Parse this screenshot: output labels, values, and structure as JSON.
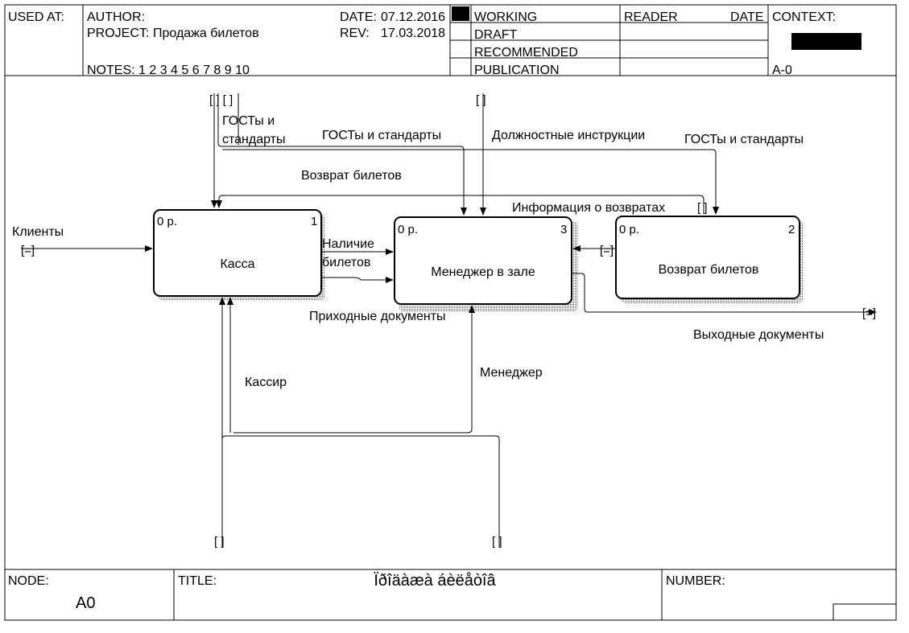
{
  "header": {
    "used_at_label": "USED AT:",
    "author_label": "AUTHOR:",
    "project_label": "PROJECT:",
    "project_value": "Продажа билетов",
    "notes_label": "NOTES:",
    "notes_numbers": "1  2  3  4  5  6  7  8  9  10",
    "date_label": "DATE:",
    "date_value": "07.12.2016",
    "rev_label": "REV:",
    "rev_value": "17.03.2018",
    "status": [
      "WORKING",
      "DRAFT",
      "RECOMMENDED",
      "PUBLICATION"
    ],
    "reader_label": "READER",
    "reader_date_label": "DATE",
    "context_label": "CONTEXT:",
    "context_node": "A-0"
  },
  "diagram": {
    "boxes": [
      {
        "name": "Касса",
        "cost": "0 р.",
        "number": "1"
      },
      {
        "name": "Менеджер в зале",
        "cost": "0 р.",
        "number": "3"
      },
      {
        "name": "Возврат билетов",
        "cost": "0 р.",
        "number": "2"
      }
    ],
    "labels": {
      "gost_1_line1": "ГОСТы и",
      "gost_1_line2": "стандарты",
      "gost_2": "ГОСТы и стандарты",
      "job_instructions": "Должностные инструкции",
      "gost_3": "ГОСТы и стандарты",
      "ticket_return": "Возврат билетов",
      "return_info": "Информация о возвратах",
      "clients": "Клиенты",
      "ticket_availability_line1": "Наличие",
      "ticket_availability_line2": "билетов",
      "incoming_docs": "Приходные документы",
      "output_docs": "Выходные документы",
      "cashier": "Кассир",
      "manager": "Менеджер"
    }
  },
  "footer": {
    "node_label": "NODE:",
    "node_value": "A0",
    "title_label": "TITLE:",
    "title_value": "Ïðîäàæà áèëåòîâ",
    "number_label": "NUMBER:"
  }
}
